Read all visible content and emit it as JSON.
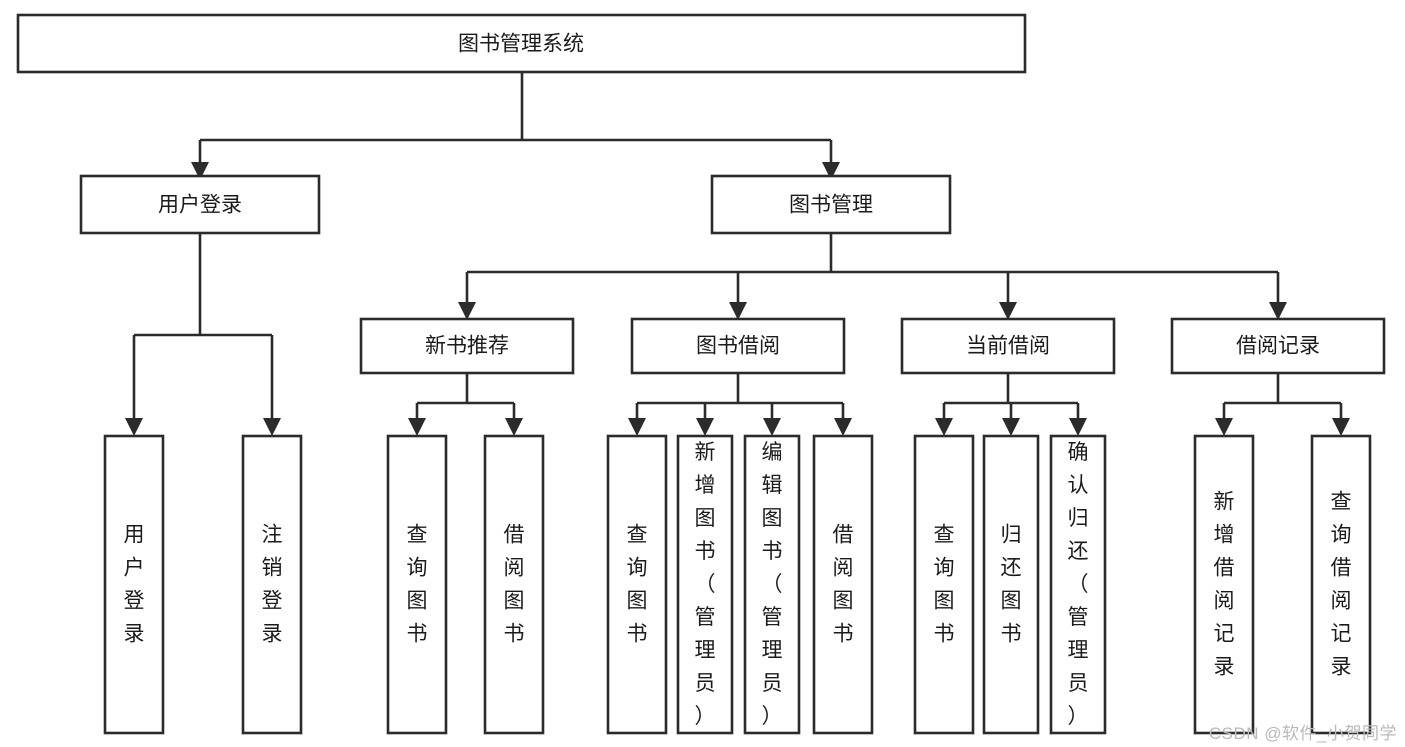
{
  "diagram": {
    "type": "hierarchy-tree",
    "title": "图书管理系统",
    "root": {
      "id": "root",
      "label": "图书管理系统",
      "level": 0
    },
    "level1": [
      {
        "id": "user-login",
        "label": "用户登录"
      },
      {
        "id": "book-management",
        "label": "图书管理"
      }
    ],
    "level2": [
      {
        "id": "new-book-recommend",
        "label": "新书推荐",
        "parent": "book-management"
      },
      {
        "id": "book-borrow",
        "label": "图书借阅",
        "parent": "book-management"
      },
      {
        "id": "current-borrow",
        "label": "当前借阅",
        "parent": "book-management"
      },
      {
        "id": "borrow-record",
        "label": "借阅记录",
        "parent": "book-management"
      }
    ],
    "leaves": [
      {
        "id": "leaf-user-login",
        "label": "用户登录",
        "parent": "user-login"
      },
      {
        "id": "leaf-logout-login",
        "label": "注销登录",
        "parent": "user-login"
      },
      {
        "id": "leaf-query-book-1",
        "label": "查询图书",
        "parent": "new-book-recommend"
      },
      {
        "id": "leaf-borrow-book-1",
        "label": "借阅图书",
        "parent": "new-book-recommend"
      },
      {
        "id": "leaf-query-book-2",
        "label": "查询图书",
        "parent": "book-borrow"
      },
      {
        "id": "leaf-add-book",
        "label": "新增图书（管理员）",
        "parent": "book-borrow"
      },
      {
        "id": "leaf-edit-book",
        "label": "编辑图书（管理员）",
        "parent": "book-borrow"
      },
      {
        "id": "leaf-borrow-book-2",
        "label": "借阅图书",
        "parent": "book-borrow"
      },
      {
        "id": "leaf-query-book-3",
        "label": "查询图书",
        "parent": "current-borrow"
      },
      {
        "id": "leaf-return-book",
        "label": "归还图书",
        "parent": "current-borrow"
      },
      {
        "id": "leaf-confirm-return",
        "label": "确认归还（管理员）",
        "parent": "current-borrow"
      },
      {
        "id": "leaf-add-record",
        "label": "新增借阅记录",
        "parent": "borrow-record"
      },
      {
        "id": "leaf-query-record",
        "label": "查询借阅记录",
        "parent": "borrow-record"
      }
    ],
    "colors": {
      "box_stroke": "#2b2b2b",
      "box_fill": "#ffffff",
      "text": "#1b1b1b",
      "background": "#ffffff",
      "watermark": "#b9b9b9"
    }
  },
  "watermark": {
    "label": "CSDN @软件_小贺同学"
  }
}
